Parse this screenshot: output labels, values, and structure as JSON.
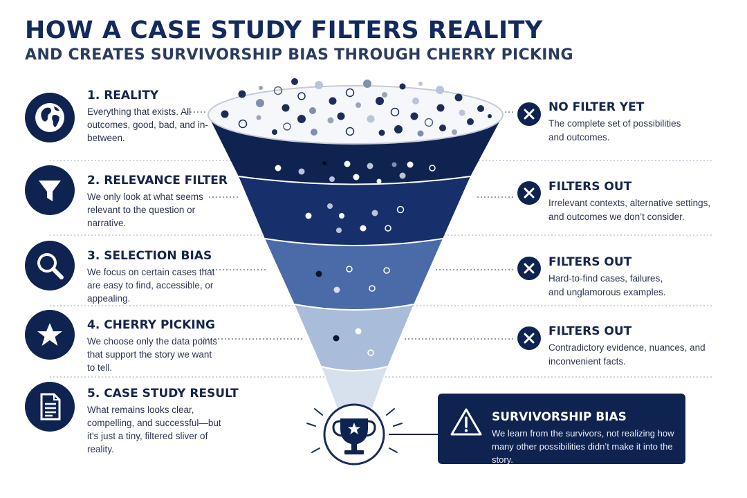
{
  "header": {
    "title": "HOW A CASE STUDY FILTERS REALITY",
    "subtitle": "AND CREATES SURVIVORSHIP BIAS THROUGH CHERRY PICKING"
  },
  "steps": [
    {
      "icon": "globe-icon",
      "title": "1. REALITY",
      "text": "Everything that exists. All outcomes, good, bad, and in-between."
    },
    {
      "icon": "funnel-icon",
      "title": "2. RELEVANCE FILTER",
      "text": "We only look at what seems relevant to the question or narrative."
    },
    {
      "icon": "magnifier-icon",
      "title": "3. SELECTION BIAS",
      "text": "We focus on certain cases that are easy to find, accessible, or appealing."
    },
    {
      "icon": "star-icon",
      "title": "4. CHERRY PICKING",
      "text": "We choose only the data points that support the story we want to tell."
    },
    {
      "icon": "document-icon",
      "title": "5. CASE STUDY RESULT",
      "text": "What remains looks clear, compelling, and successful—but it’s just a tiny, filtered sliver of reality."
    }
  ],
  "filters": [
    {
      "title": "NO FILTER YET",
      "text": "The complete set of possibilities and outcomes."
    },
    {
      "title": "FILTERS OUT",
      "text": "Irrelevant contexts, alternative settings, and outcomes we don’t consider."
    },
    {
      "title": "FILTERS OUT",
      "text": "Hard-to-find cases, failures, and unglamorous examples."
    },
    {
      "title": "FILTERS OUT",
      "text": "Contradictory evidence, nuances, and inconvenient facts."
    }
  ],
  "result": {
    "icon": "warning-icon",
    "title": "SURVIVORSHIP BIAS",
    "text": "We learn from the survivors, not realizing how many other possibilities didn’t make it into the story."
  },
  "trophy": {
    "icon": "trophy-icon"
  },
  "colors": {
    "navy": "#0f2350",
    "band1": "#0f2350",
    "band2": "#17306c",
    "band3": "#4a6aa8",
    "band4": "#a9bcd9",
    "spout": "#d7e1ee"
  }
}
